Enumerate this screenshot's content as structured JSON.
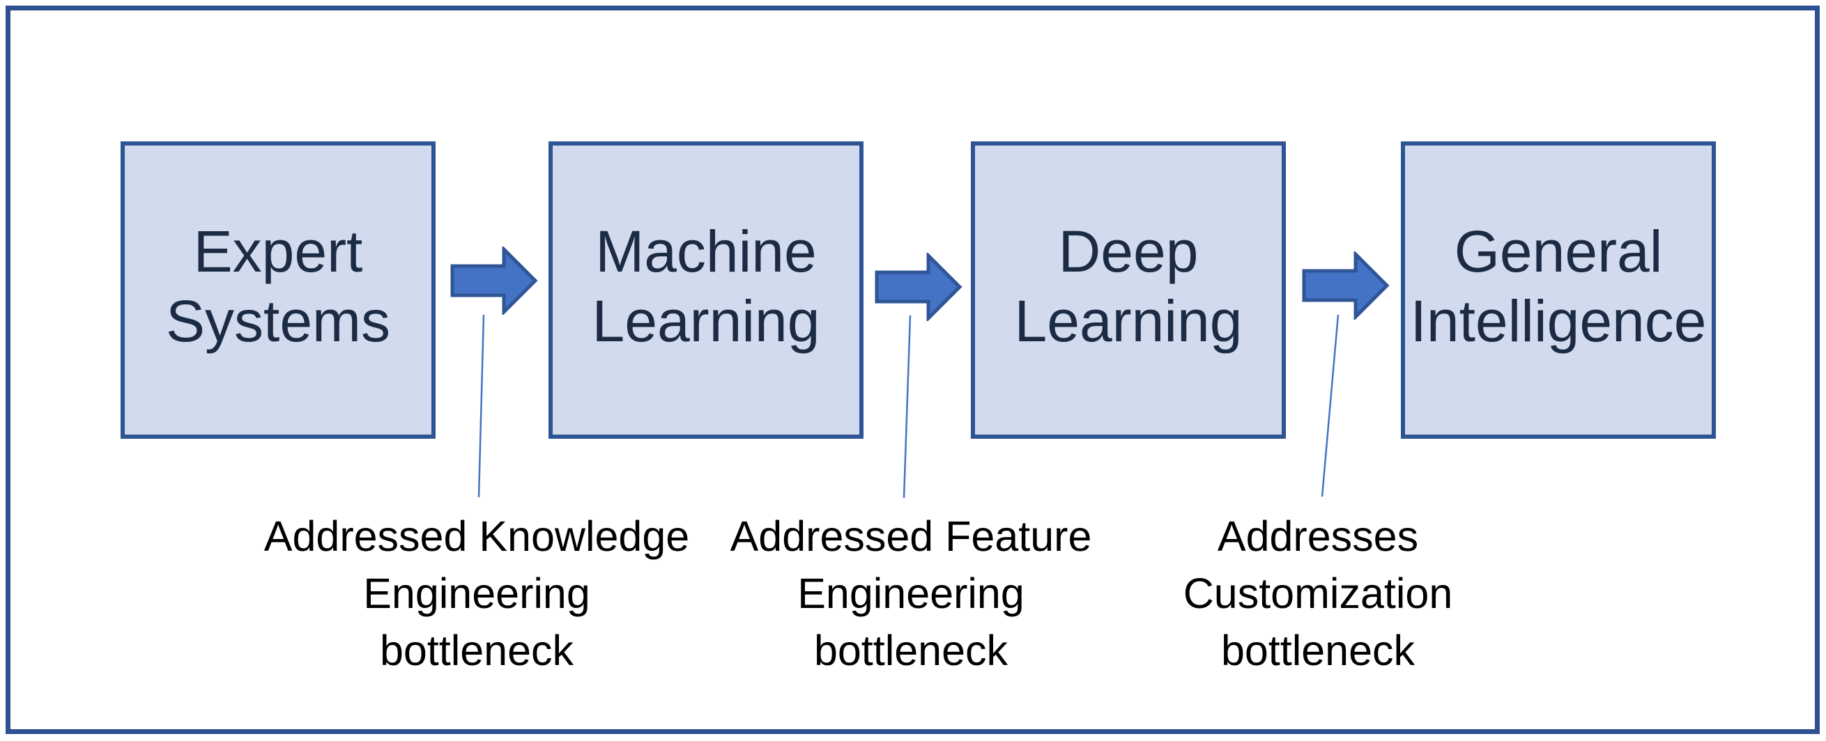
{
  "diagram": {
    "stages": [
      {
        "line1": "Expert",
        "line2": "Systems"
      },
      {
        "line1": "Machine",
        "line2": "Learning"
      },
      {
        "line1": "Deep",
        "line2": "Learning"
      },
      {
        "line1": "General",
        "line2": "Intelligence"
      }
    ],
    "annotations": [
      {
        "line1": "Addressed Knowledge",
        "line2": "Engineering",
        "line3": "bottleneck"
      },
      {
        "line1": "Addressed Feature",
        "line2": "Engineering",
        "line3": "bottleneck"
      },
      {
        "line1": "Addresses",
        "line2": "Customization",
        "line3": "bottleneck"
      }
    ],
    "colors": {
      "frame_border": "#2e5191",
      "box_fill": "#d2dbed",
      "box_border": "#2e5496",
      "box_text": "#1c2b44",
      "arrow_fill": "#4472c4",
      "arrow_border": "#2f5597",
      "leader_line": "#4472c4",
      "annotation_text": "#000000"
    }
  }
}
